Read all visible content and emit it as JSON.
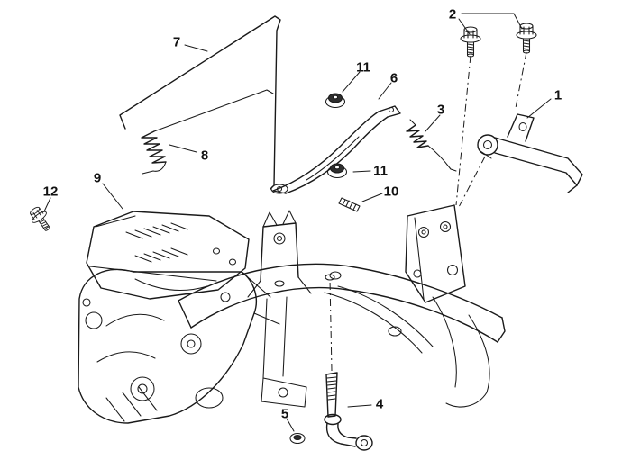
{
  "diagram": {
    "kind": "exploded-parts-line-drawing",
    "background_color": "#ffffff",
    "line_color": "#1a1a1a",
    "callouts": [
      {
        "label": "1"
      },
      {
        "label": "2"
      },
      {
        "label": "3"
      },
      {
        "label": "4"
      },
      {
        "label": "5"
      },
      {
        "label": "6"
      },
      {
        "label": "7"
      },
      {
        "label": "8"
      },
      {
        "label": "9"
      },
      {
        "label": "10"
      },
      {
        "label": "11"
      },
      {
        "label": "11"
      },
      {
        "label": "12"
      }
    ]
  }
}
